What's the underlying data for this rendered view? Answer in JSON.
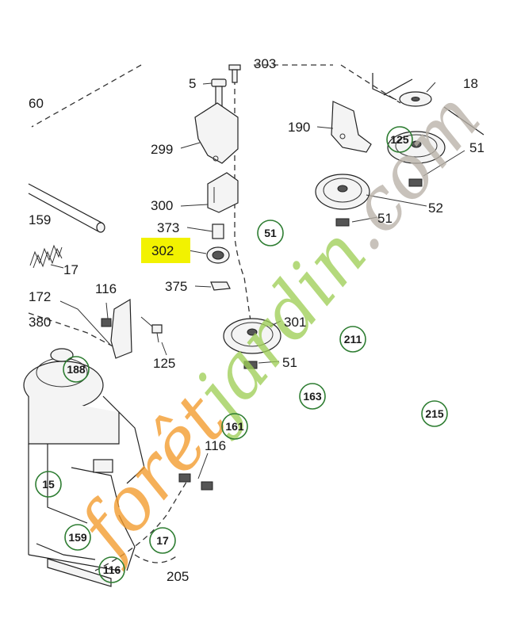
{
  "parts": [
    {
      "id": "p-303",
      "label": "303"
    },
    {
      "id": "p-5",
      "label": "5"
    },
    {
      "id": "p-299",
      "label": "299"
    },
    {
      "id": "p-300",
      "label": "300"
    },
    {
      "id": "p-373",
      "label": "373"
    },
    {
      "id": "p-302",
      "label": "302"
    },
    {
      "id": "p-375",
      "label": "375"
    },
    {
      "id": "p-116a",
      "label": "116"
    },
    {
      "id": "p-125a",
      "label": "125"
    },
    {
      "id": "p-172",
      "label": "172"
    },
    {
      "id": "p-380",
      "label": "380"
    },
    {
      "id": "p-159",
      "label": "159"
    },
    {
      "id": "p-17",
      "label": "17"
    },
    {
      "id": "p-60",
      "label": "60"
    },
    {
      "id": "p-190",
      "label": "190"
    },
    {
      "id": "p-18",
      "label": "18"
    },
    {
      "id": "p-51a",
      "label": "51"
    },
    {
      "id": "p-51b",
      "label": "51"
    },
    {
      "id": "p-52",
      "label": "52"
    },
    {
      "id": "p-301",
      "label": "301"
    },
    {
      "id": "p-51c",
      "label": "51"
    },
    {
      "id": "p-116b",
      "label": "116"
    },
    {
      "id": "p-205",
      "label": "205"
    }
  ],
  "refs": [
    {
      "id": "r-125",
      "label": "125"
    },
    {
      "id": "r-51",
      "label": "51"
    },
    {
      "id": "r-211",
      "label": "211"
    },
    {
      "id": "r-163",
      "label": "163"
    },
    {
      "id": "r-215",
      "label": "215"
    },
    {
      "id": "r-161",
      "label": "161"
    },
    {
      "id": "r-188",
      "label": "188"
    },
    {
      "id": "r-15",
      "label": "15"
    },
    {
      "id": "r-159",
      "label": "159"
    },
    {
      "id": "r-17",
      "label": "17"
    },
    {
      "id": "r-116",
      "label": "116"
    }
  ],
  "highlight": {
    "label": "302",
    "color": "#f2f200"
  },
  "watermark": {
    "text": "forêtjardin.com",
    "color_orange": "#f39a2b",
    "color_green": "#9fcf58",
    "color_grey": "#b9b2a8"
  },
  "colors": {
    "ref_ring": "#2e7d32",
    "ink": "#222222"
  }
}
